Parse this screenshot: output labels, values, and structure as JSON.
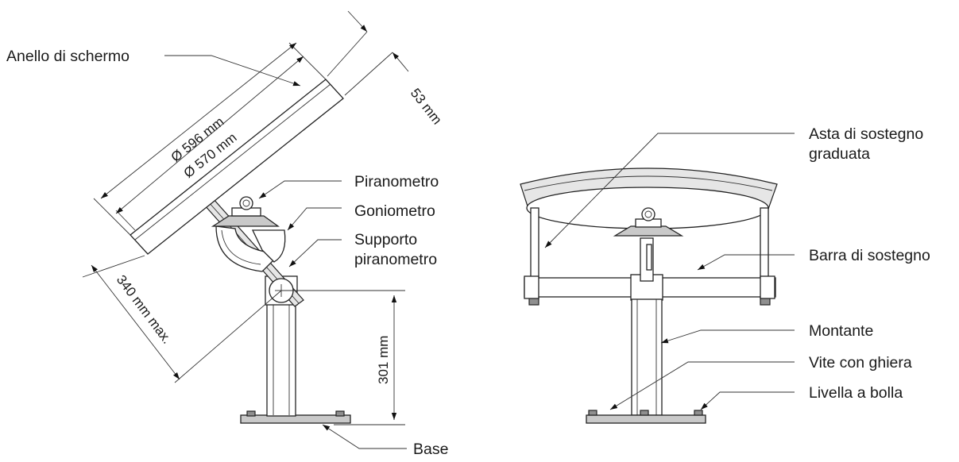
{
  "left_view": {
    "labels": {
      "anello": "Anello di schermo",
      "piranometro": "Piranometro",
      "goniometro": "Goniometro",
      "supporto_1": "Supporto",
      "supporto_2": "piranometro",
      "base": "Base"
    },
    "dimensions": {
      "d_outer": "Ø 596 mm",
      "d_inner": "Ø 570 mm",
      "width": "53 mm",
      "max_len": "340 mm max.",
      "height": "301 mm"
    }
  },
  "right_view": {
    "labels": {
      "asta_1": "Asta di sostegno",
      "asta_2": "graduata",
      "barra": "Barra di sostegno",
      "montante": "Montante",
      "vite": "Vite con ghiera",
      "livella": "Livella a bolla"
    }
  },
  "colors": {
    "line": "#222222",
    "metal": "#c9c9c9",
    "background": "#ffffff"
  }
}
